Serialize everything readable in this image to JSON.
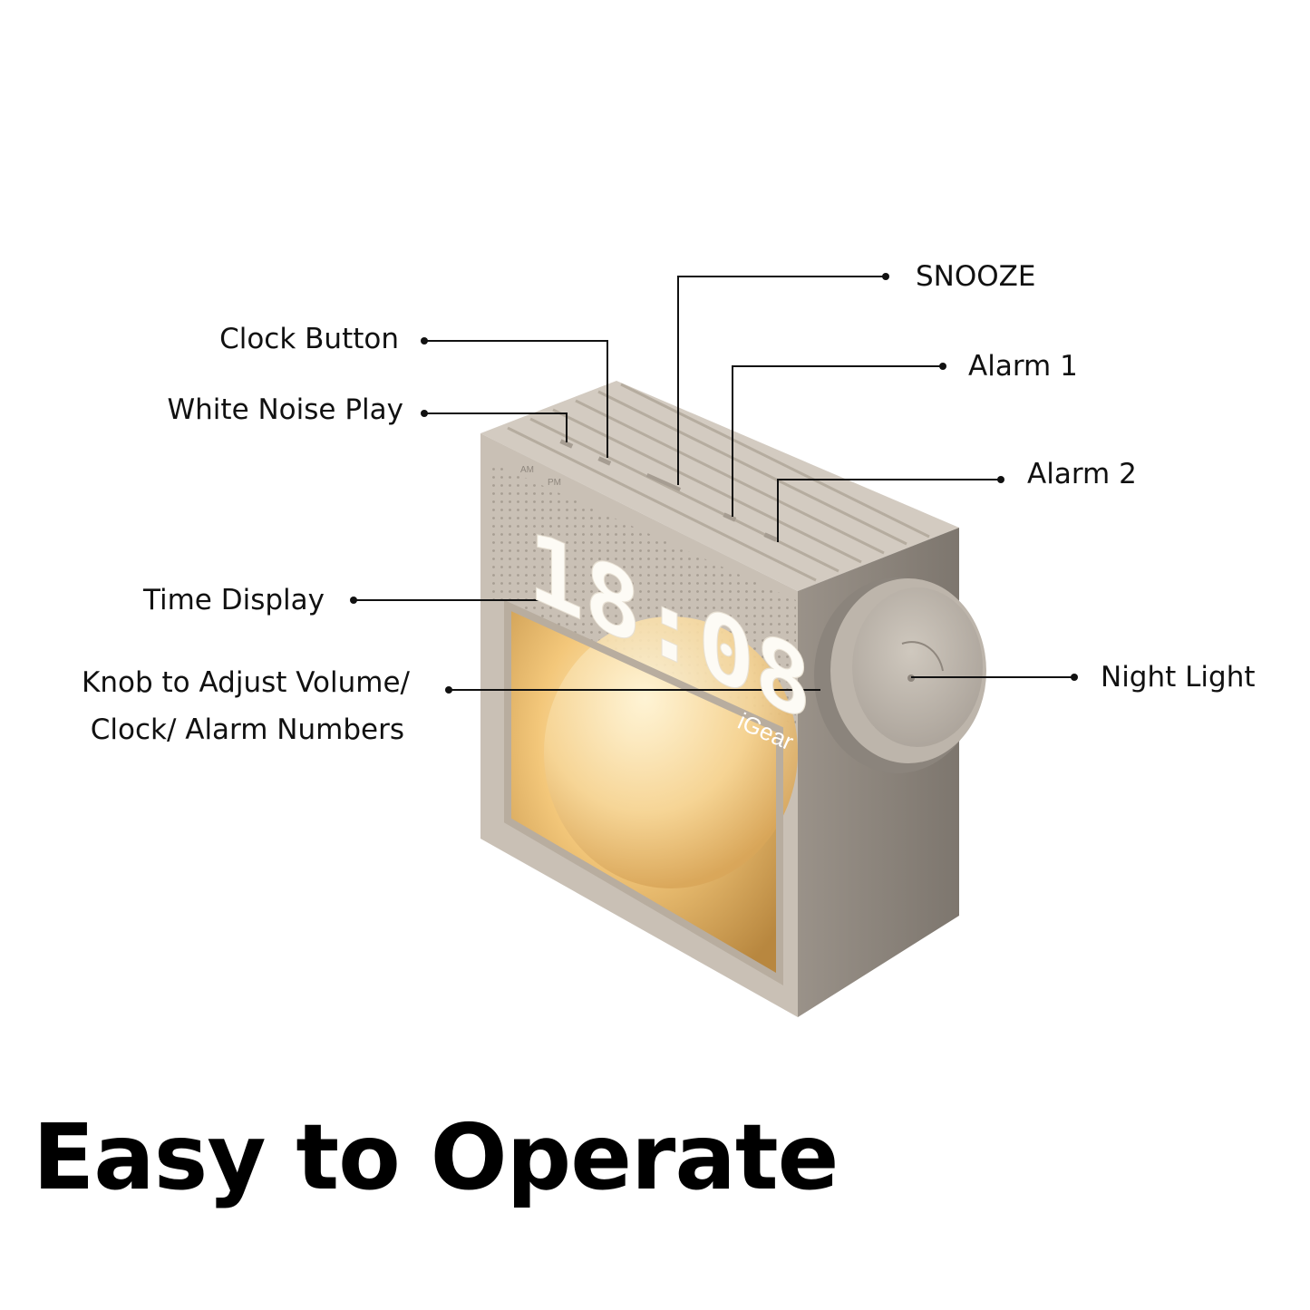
{
  "headline": "Easy to Operate",
  "brand": "iGear",
  "display": {
    "time": "18:08",
    "indicators": [
      "AM",
      "PM"
    ]
  },
  "callouts": {
    "snooze": "SNOOZE",
    "clock_button": "Clock Button",
    "alarm_1": "Alarm 1",
    "white_noise_play": "White Noise Play",
    "alarm_2": "Alarm 2",
    "time_display": "Time Display",
    "night_light": "Night Light",
    "knob_line_1": "Knob to Adjust Volume/",
    "knob_line_2": "Clock/ Alarm Numbers"
  },
  "colors": {
    "body_front": "#c9c0b5",
    "body_side": "#8f8880",
    "body_top": "#d3cbc1",
    "night_light": "#f3c77a",
    "display_digits": "#fdfbf5",
    "leader": "#111111"
  }
}
